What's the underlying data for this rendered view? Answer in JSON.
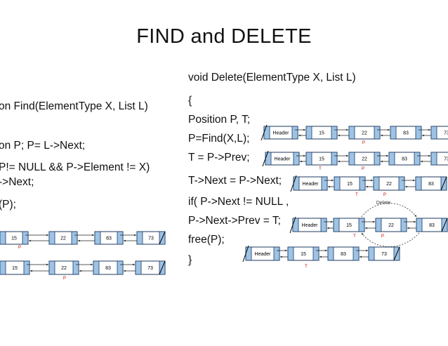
{
  "title": "FIND and DELETE",
  "left_code": [
    "on Find(ElementType X, List L)",
    "on P; P= L->Next;",
    " P!= NULL && P->Element != X)",
    "->Next;",
    "(P);"
  ],
  "right_code": [
    "void Delete(ElementType X, List L)",
    "{",
    "Position P, T;",
    "P=Find(X,L);",
    "T = P->Prev;",
    "T->Next = P->Next;",
    "if( P->Next != NULL ,",
    "P->Next->Prev = T;",
    "free(P);",
    "}"
  ],
  "colors": {
    "cell_fill": "#9dc3e6",
    "cell_stroke": "#1f3a5f",
    "arrow": "#222222",
    "pointer_label": "#c00000"
  },
  "diagrams": {
    "left_1": {
      "nodes": [
        "15",
        "22",
        "83",
        "73"
      ],
      "pointer_labels": [
        "P"
      ]
    },
    "left_2": {
      "nodes": [
        "15",
        "22",
        "83",
        "73"
      ],
      "pointer_labels": [
        "P"
      ]
    },
    "right_1": {
      "nodes": [
        "Header",
        "15",
        "22",
        "83",
        "73"
      ],
      "pointer_labels": [
        "P"
      ]
    },
    "right_2": {
      "nodes": [
        "Header",
        "15",
        "22",
        "83",
        "73"
      ],
      "pointer_labels": [
        "T",
        "P"
      ]
    },
    "right_3": {
      "nodes": [
        "Header",
        "15",
        "22",
        "83"
      ],
      "pointer_labels": [
        "T",
        "P"
      ]
    },
    "right_4": {
      "nodes": [
        "Header",
        "15",
        "22",
        "83"
      ],
      "pointer_labels": [
        "T",
        "P"
      ],
      "delete_label": "Delete"
    },
    "right_5": {
      "nodes": [
        "Header",
        "15",
        "83",
        "73"
      ],
      "pointer_labels": [
        "T"
      ]
    }
  }
}
